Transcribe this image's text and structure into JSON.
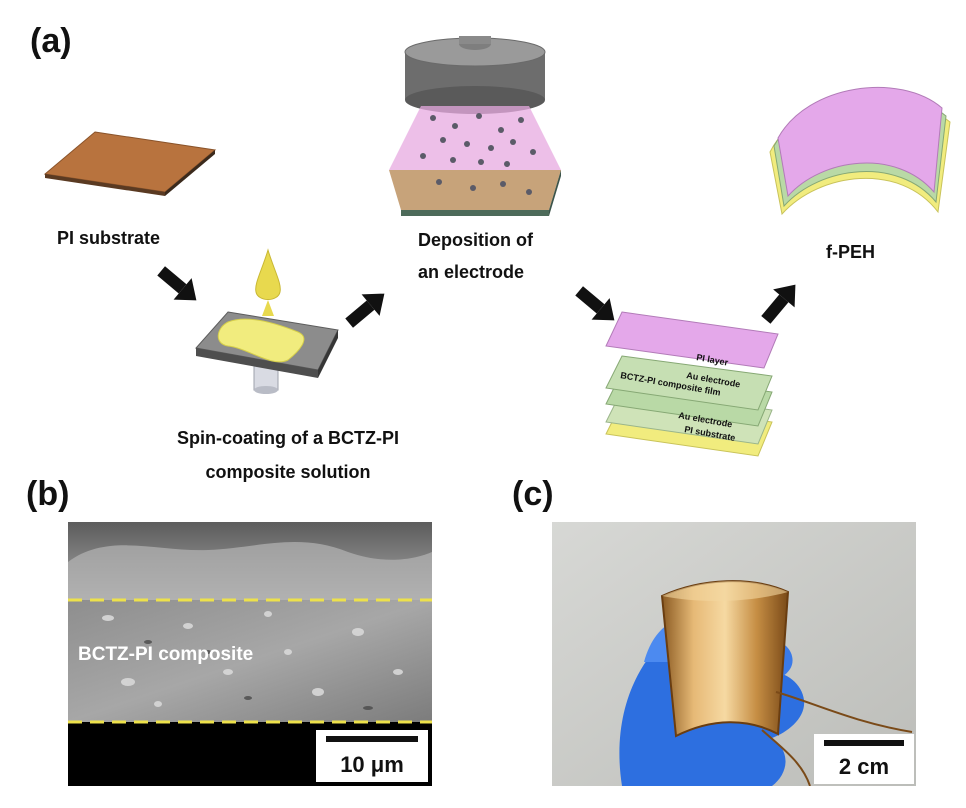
{
  "panels": {
    "a": {
      "label": "(a)"
    },
    "b": {
      "label": "(b)"
    },
    "c": {
      "label": "(c)"
    }
  },
  "steps": {
    "pi_substrate": "PI substrate",
    "spin_coating_line1": "Spin-coating of a BCTZ-PI",
    "spin_coating_line2": "composite solution",
    "deposition_line1": "Deposition of",
    "deposition_line2": "an electrode",
    "fpeh": "f-PEH"
  },
  "stack_layers": [
    "PI layer",
    "Au electrode",
    "BCTZ-PI composite film",
    "Au electrode",
    "PI substrate"
  ],
  "sem": {
    "region_label": "BCTZ-PI composite",
    "scale_bar": "10 μm"
  },
  "photo": {
    "scale_bar": "2 cm"
  },
  "colors": {
    "pi_copper": "#b8733e",
    "composite_yellow": "#f1ec7e",
    "plasma_pink": "#e7a9e0",
    "pi_layer_pink": "#e4a8ea",
    "electrode_green": "#b9d9a6",
    "dashed_line": "#ede14b",
    "glove_blue": "#2d6fe0"
  }
}
